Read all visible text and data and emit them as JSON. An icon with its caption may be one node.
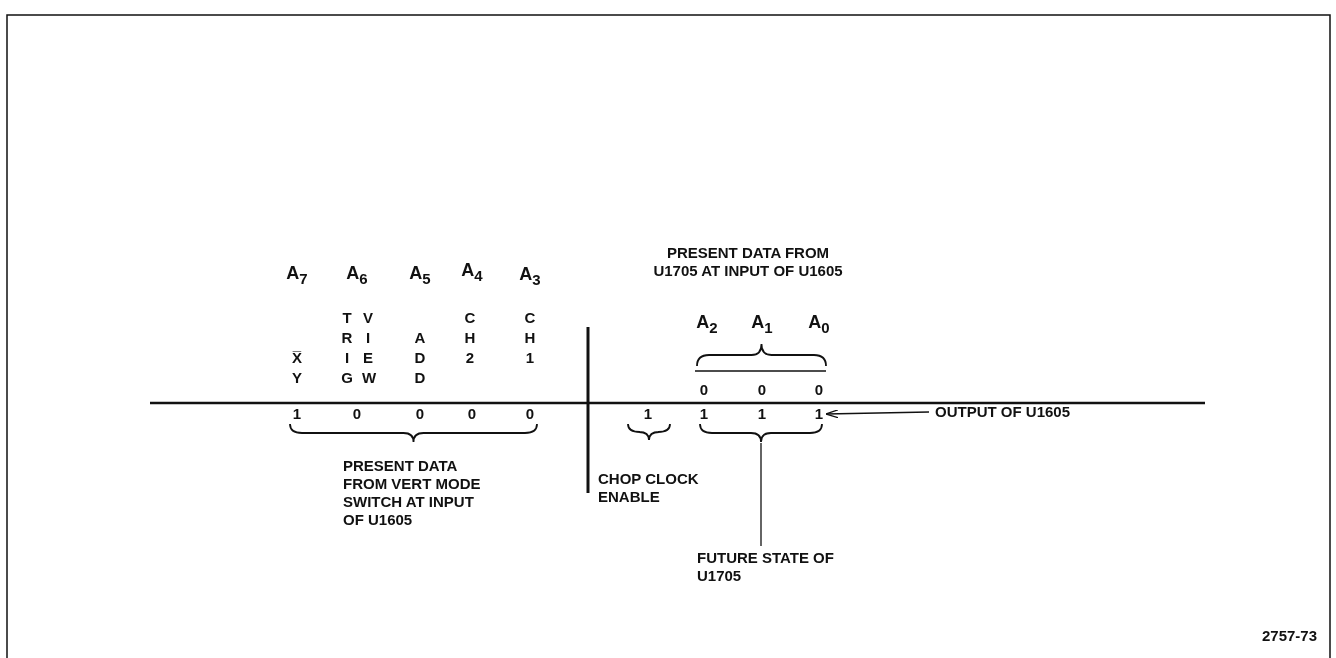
{
  "diagram": {
    "nodes": [
      {
        "text": [
          "OUTPUT OF U1605"
        ]
      },
      {
        "text": [
          "1"
        ]
      },
      {
        "text": [
          "FUTURE STATE OF U1705"
        ]
      },
      {
        "text": [],
        "shape": "brace"
      }
    ],
    "edges": [
      {
        "from": 0,
        "to": 1,
        "arrow": "to"
      },
      {
        "from": 2,
        "to": 3,
        "arrow": "none"
      }
    ],
    "labels": [
      "PRESENT DATA FROM U1705 AT INPUT OF U1605",
      "A$_{7}$",
      "A$_{6}$",
      "A$_{5}$",
      "A$_{4}$",
      "A$_{3}$",
      "A$_{2}$",
      "A$_{1}$",
      "A$_{0}$",
      "X̅Y",
      "TRIG",
      "VIEW",
      "ADD",
      "CH 2",
      "CH 1",
      "0",
      "0",
      "0",
      "1",
      "0",
      "0",
      "0",
      "0",
      "1",
      "1",
      "1",
      "PRESENT DATA FROM VERT MODE SWITCH AT INPUT OF U1605",
      "CHOP CLOCK ENABLE",
      "2757-73"
    ]
  }
}
